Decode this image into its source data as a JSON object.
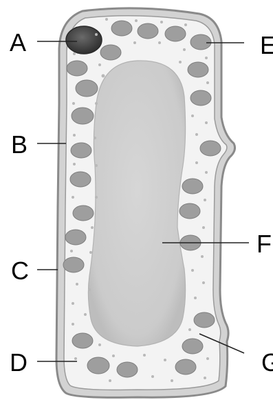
{
  "labels": {
    "a": "A",
    "b": "B",
    "c": "C",
    "d": "D",
    "e": "E",
    "f": "F",
    "g": "G"
  },
  "colors": {
    "outer_wall": "#8a8a8a",
    "wall_fill": "#d2d2d2",
    "cytoplasm": "#f2f2f2",
    "vacuole": "#cecece",
    "chloroplast": "#9c9c9c",
    "nucleus": "#4a4a4a",
    "granule": "#b4b4b4",
    "leader_line": "#222222"
  }
}
